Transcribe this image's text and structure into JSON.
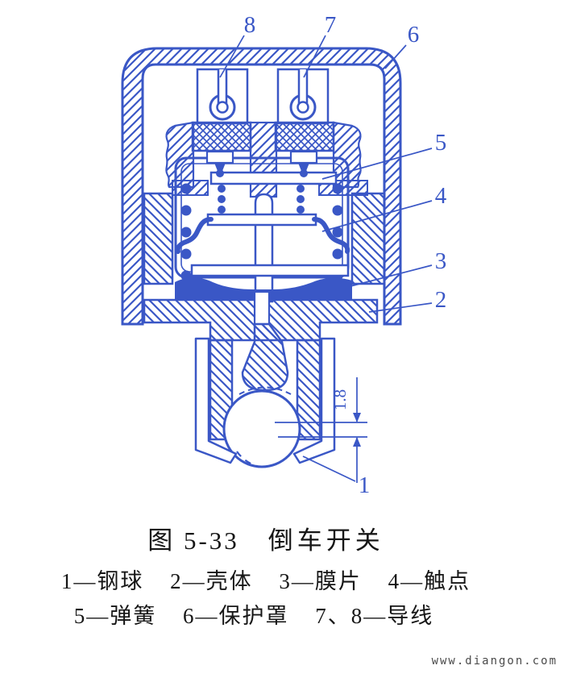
{
  "colors": {
    "ink": "#3a57c6",
    "text": "#161616",
    "watermark": "#4a4a4a",
    "bg": "#ffffff"
  },
  "callouts": {
    "c1": {
      "label": "1",
      "part": "钢球"
    },
    "c2": {
      "label": "2",
      "part": "壳体"
    },
    "c3": {
      "label": "3",
      "part": "膜片"
    },
    "c4": {
      "label": "4",
      "part": "触点"
    },
    "c5": {
      "label": "5",
      "part": "弹簧"
    },
    "c6": {
      "label": "6",
      "part": "保护罩"
    },
    "c7": {
      "label": "7",
      "part": "导线"
    },
    "c8": {
      "label": "8",
      "part": "导线"
    }
  },
  "dimension": {
    "value": "1.8"
  },
  "caption": {
    "figure_number": "图 5-33",
    "figure_title": "倒车开关"
  },
  "legend": {
    "separator": "—",
    "row1": [
      {
        "num": "1",
        "name": "钢球"
      },
      {
        "num": "2",
        "name": "壳体"
      },
      {
        "num": "3",
        "name": "膜片"
      },
      {
        "num": "4",
        "name": "触点"
      }
    ],
    "row2": [
      {
        "num": "5",
        "name": "弹簧"
      },
      {
        "num": "6",
        "name": "保护罩"
      },
      {
        "num": "7、8",
        "name": "导线"
      }
    ]
  },
  "watermark": {
    "text": "www.diangon.com"
  }
}
